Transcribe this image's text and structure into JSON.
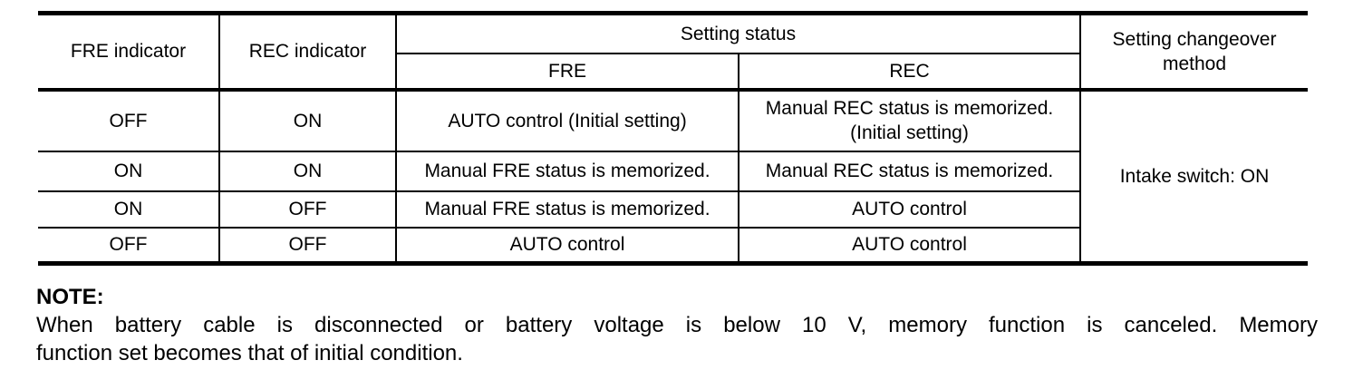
{
  "table": {
    "headers": {
      "fre_indicator": "FRE indicator",
      "rec_indicator": "REC indicator",
      "setting_status": "Setting status",
      "sub_fre": "FRE",
      "sub_rec": "REC",
      "changeover": "Setting changeover method"
    },
    "rows": [
      {
        "fre": "OFF",
        "rec": "ON",
        "fre_status": "AUTO control (Initial setting)",
        "rec_status": "Manual REC status is memorized. (Initial setting)"
      },
      {
        "fre": "ON",
        "rec": "ON",
        "fre_status": "Manual FRE status is memorized.",
        "rec_status": "Manual REC status is memorized."
      },
      {
        "fre": "ON",
        "rec": "OFF",
        "fre_status": "Manual FRE status is memorized.",
        "rec_status": "AUTO control"
      },
      {
        "fre": "OFF",
        "rec": "OFF",
        "fre_status": "AUTO control",
        "rec_status": "AUTO control"
      }
    ],
    "changeover_value": "Intake switch: ON"
  },
  "note": {
    "label": "NOTE:",
    "line1": "When battery cable is disconnected or battery voltage is below 10 V, memory function is canceled. Memory",
    "line2": "function set becomes that of initial condition."
  },
  "colors": {
    "text": "#000000",
    "background": "#ffffff",
    "border": "#000000"
  }
}
